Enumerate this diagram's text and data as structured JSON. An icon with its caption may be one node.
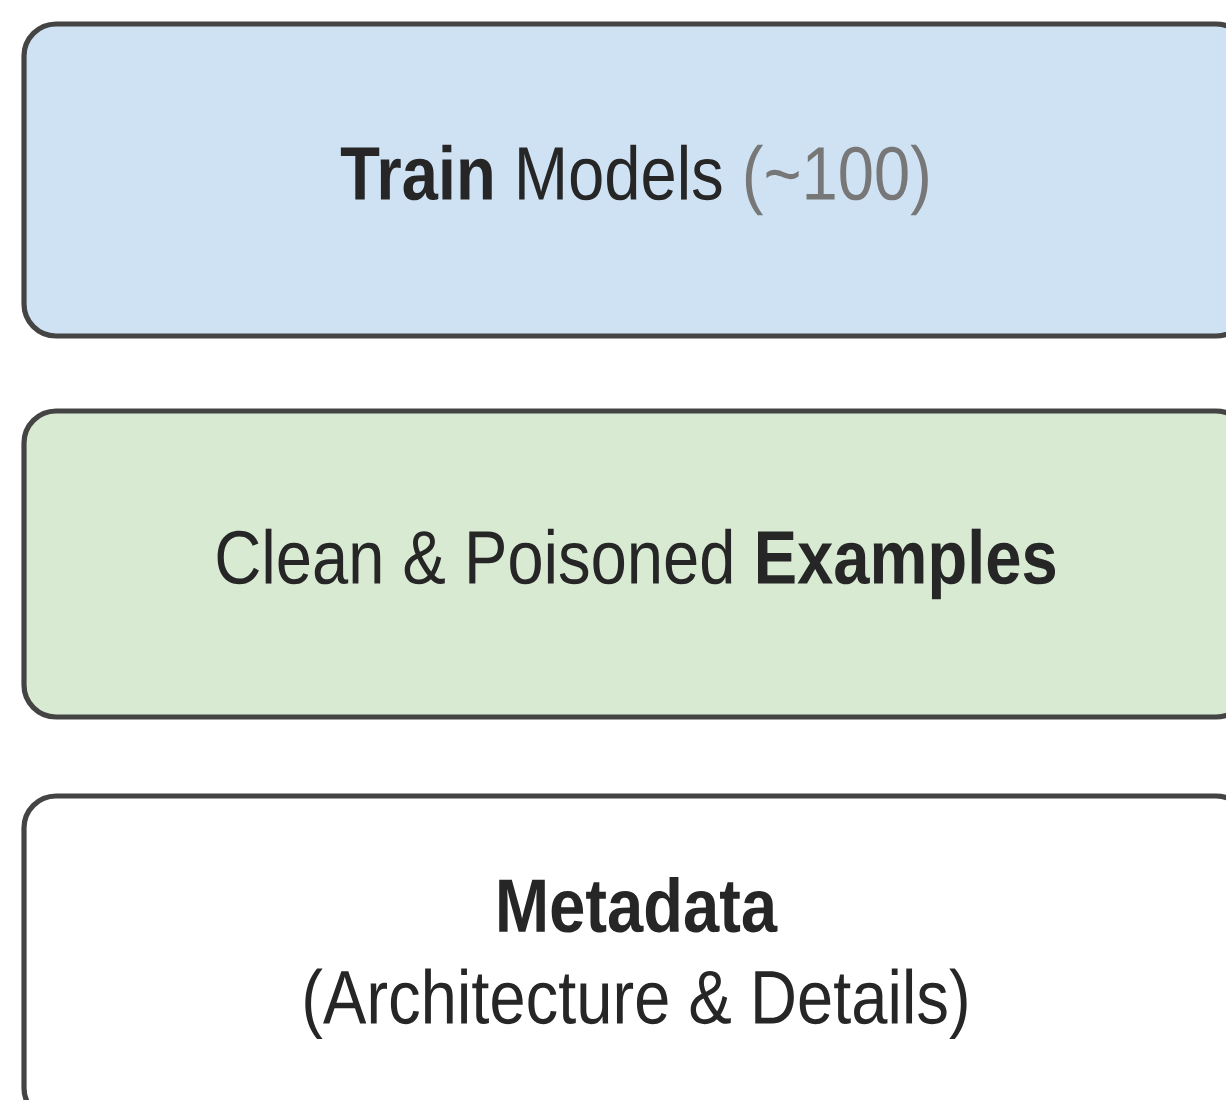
{
  "diagram": {
    "nodes": [
      {
        "text": [
          "**Train** Models",
          "(~100)"
        ]
      },
      {
        "text": [
          "Clean & Poisoned **Examples**"
        ]
      },
      {
        "text": [
          "Metadata",
          "(Architecture & Details)"
        ]
      }
    ]
  }
}
